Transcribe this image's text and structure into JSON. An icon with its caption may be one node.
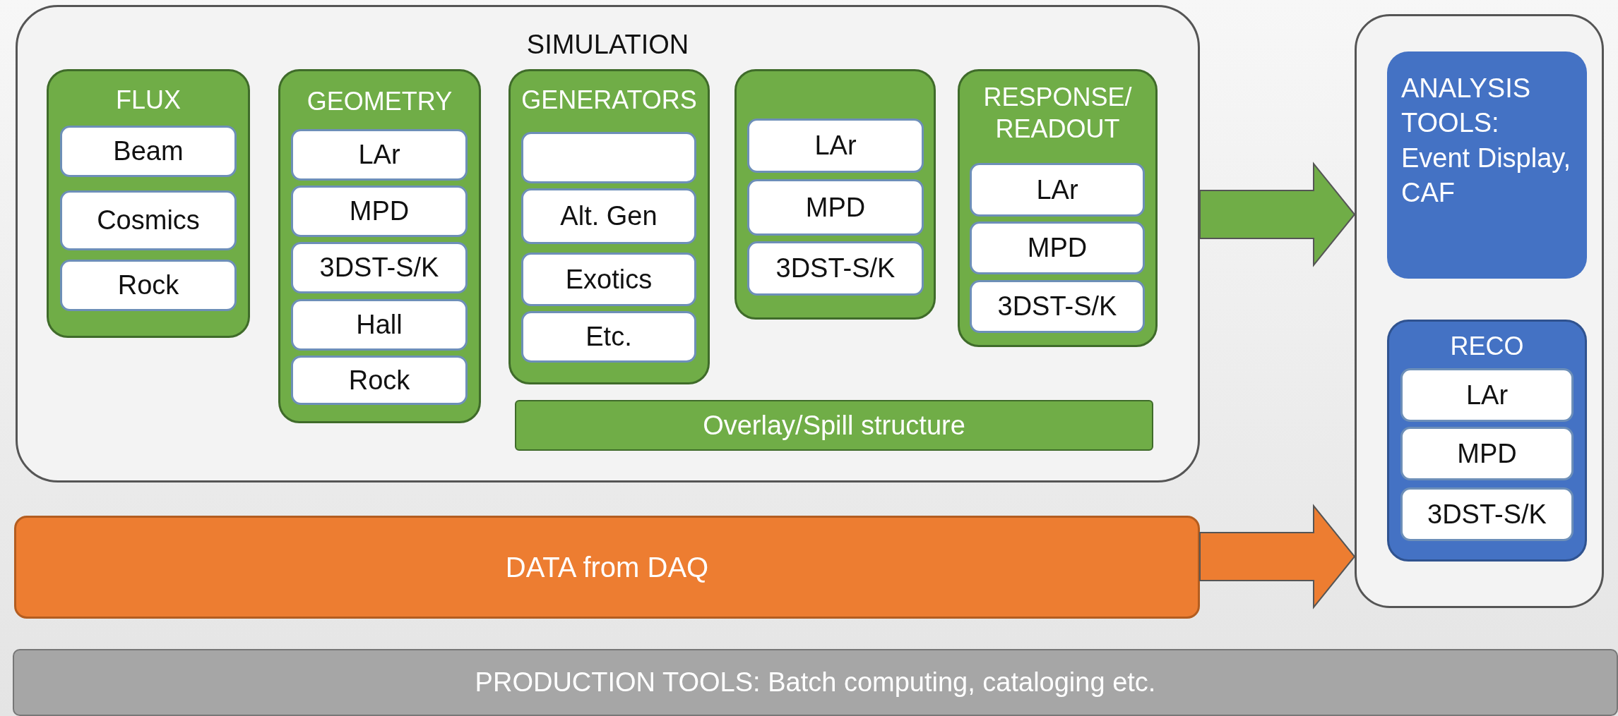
{
  "diagram": {
    "nodes": [
      {
        "text": [
          "SIMULATION"
        ]
      },
      {
        "text": [
          "FLUX"
        ],
        "in": 0
      },
      {
        "text": [
          "Beam"
        ],
        "in": 1
      },
      {
        "text": [
          "Cosmics"
        ],
        "in": 1
      },
      {
        "text": [
          "Rock"
        ],
        "in": 1
      },
      {
        "text": [
          "GEOMETRY"
        ],
        "in": 0
      },
      {
        "text": [
          "LAr"
        ],
        "in": 5
      },
      {
        "text": [
          "MPD"
        ],
        "in": 5
      },
      {
        "text": [
          "3DST-S/K"
        ],
        "in": 5
      },
      {
        "text": [
          "Hall"
        ],
        "in": 5
      },
      {
        "text": [
          "Rock"
        ],
        "in": 5
      },
      {
        "text": [
          "GENERATORS"
        ],
        "in": 0
      },
      {
        "text": [],
        "shape": "box",
        "in": 11
      },
      {
        "text": [
          "Alt. Gen"
        ],
        "in": 11
      },
      {
        "text": [
          "Exotics"
        ],
        "in": 11
      },
      {
        "text": [
          "Etc."
        ],
        "in": 11
      },
      {
        "text": [],
        "shape": "box",
        "in": 0
      },
      {
        "text": [
          "LAr"
        ],
        "in": 16
      },
      {
        "text": [
          "MPD"
        ],
        "in": 16
      },
      {
        "text": [
          "3DST-S/K"
        ],
        "in": 16
      },
      {
        "text": [
          "RESPONSE/ READOUT"
        ],
        "in": 0
      },
      {
        "text": [
          "LAr"
        ],
        "in": 20
      },
      {
        "text": [
          "MPD"
        ],
        "in": 20
      },
      {
        "text": [
          "3DST-S/K"
        ],
        "in": 20
      },
      {
        "text": [
          "Overlay/Spill structure"
        ],
        "in": 0
      },
      {
        "text": [
          "DATA from DAQ"
        ]
      },
      {
        "text": [],
        "shape": "box"
      },
      {
        "text": [
          "ANALYSIS TOOLS: Event Display, CAF"
        ],
        "in": 26
      },
      {
        "text": [
          "RECO"
        ],
        "in": 26
      },
      {
        "text": [
          "LAr"
        ],
        "in": 28
      },
      {
        "text": [
          "MPD"
        ],
        "in": 28
      },
      {
        "text": [
          "3DST-S/K"
        ],
        "in": 28
      },
      {
        "text": [
          "PRODUCTION TOOLS:  Batch computing, cataloging etc."
        ]
      }
    ],
    "edges": [
      {
        "from": 0,
        "to": 26,
        "arrow": "to",
        "color": "#70ad47"
      },
      {
        "from": 25,
        "to": 26,
        "arrow": "to",
        "color": "#ed7d31"
      }
    ]
  }
}
